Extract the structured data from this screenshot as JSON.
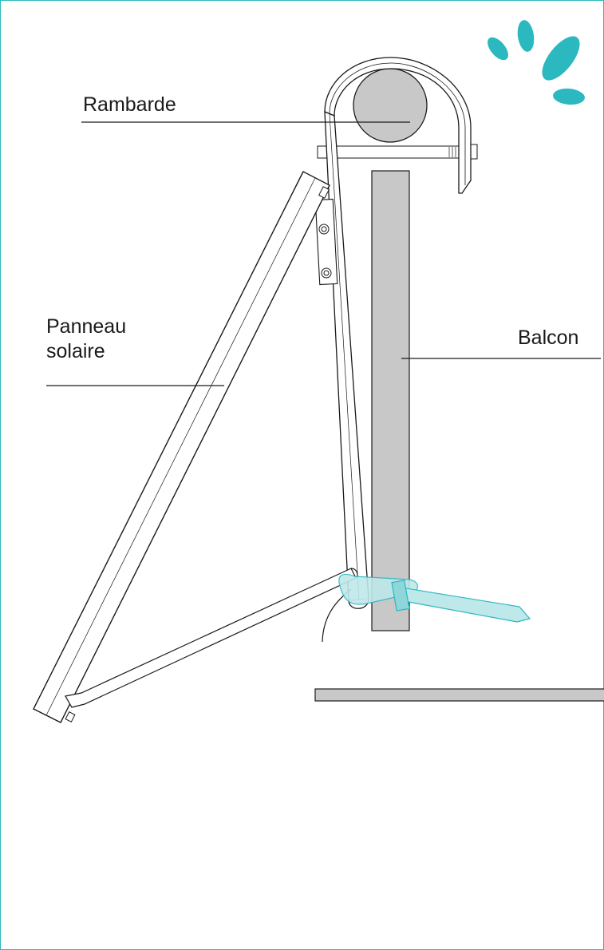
{
  "labels": {
    "rambarde": "Rambarde",
    "panneau_line1": "Panneau",
    "panneau_line2": "solaire",
    "balcon": "Balcon"
  },
  "colors": {
    "frame": "#2bb8bf",
    "accent": "#2bb8bf",
    "strap": "#8fd6da",
    "balcony": "#c8c8c8",
    "ink": "#1a1a1a"
  },
  "icons": {
    "logo": "teal-burst-logo-icon"
  }
}
